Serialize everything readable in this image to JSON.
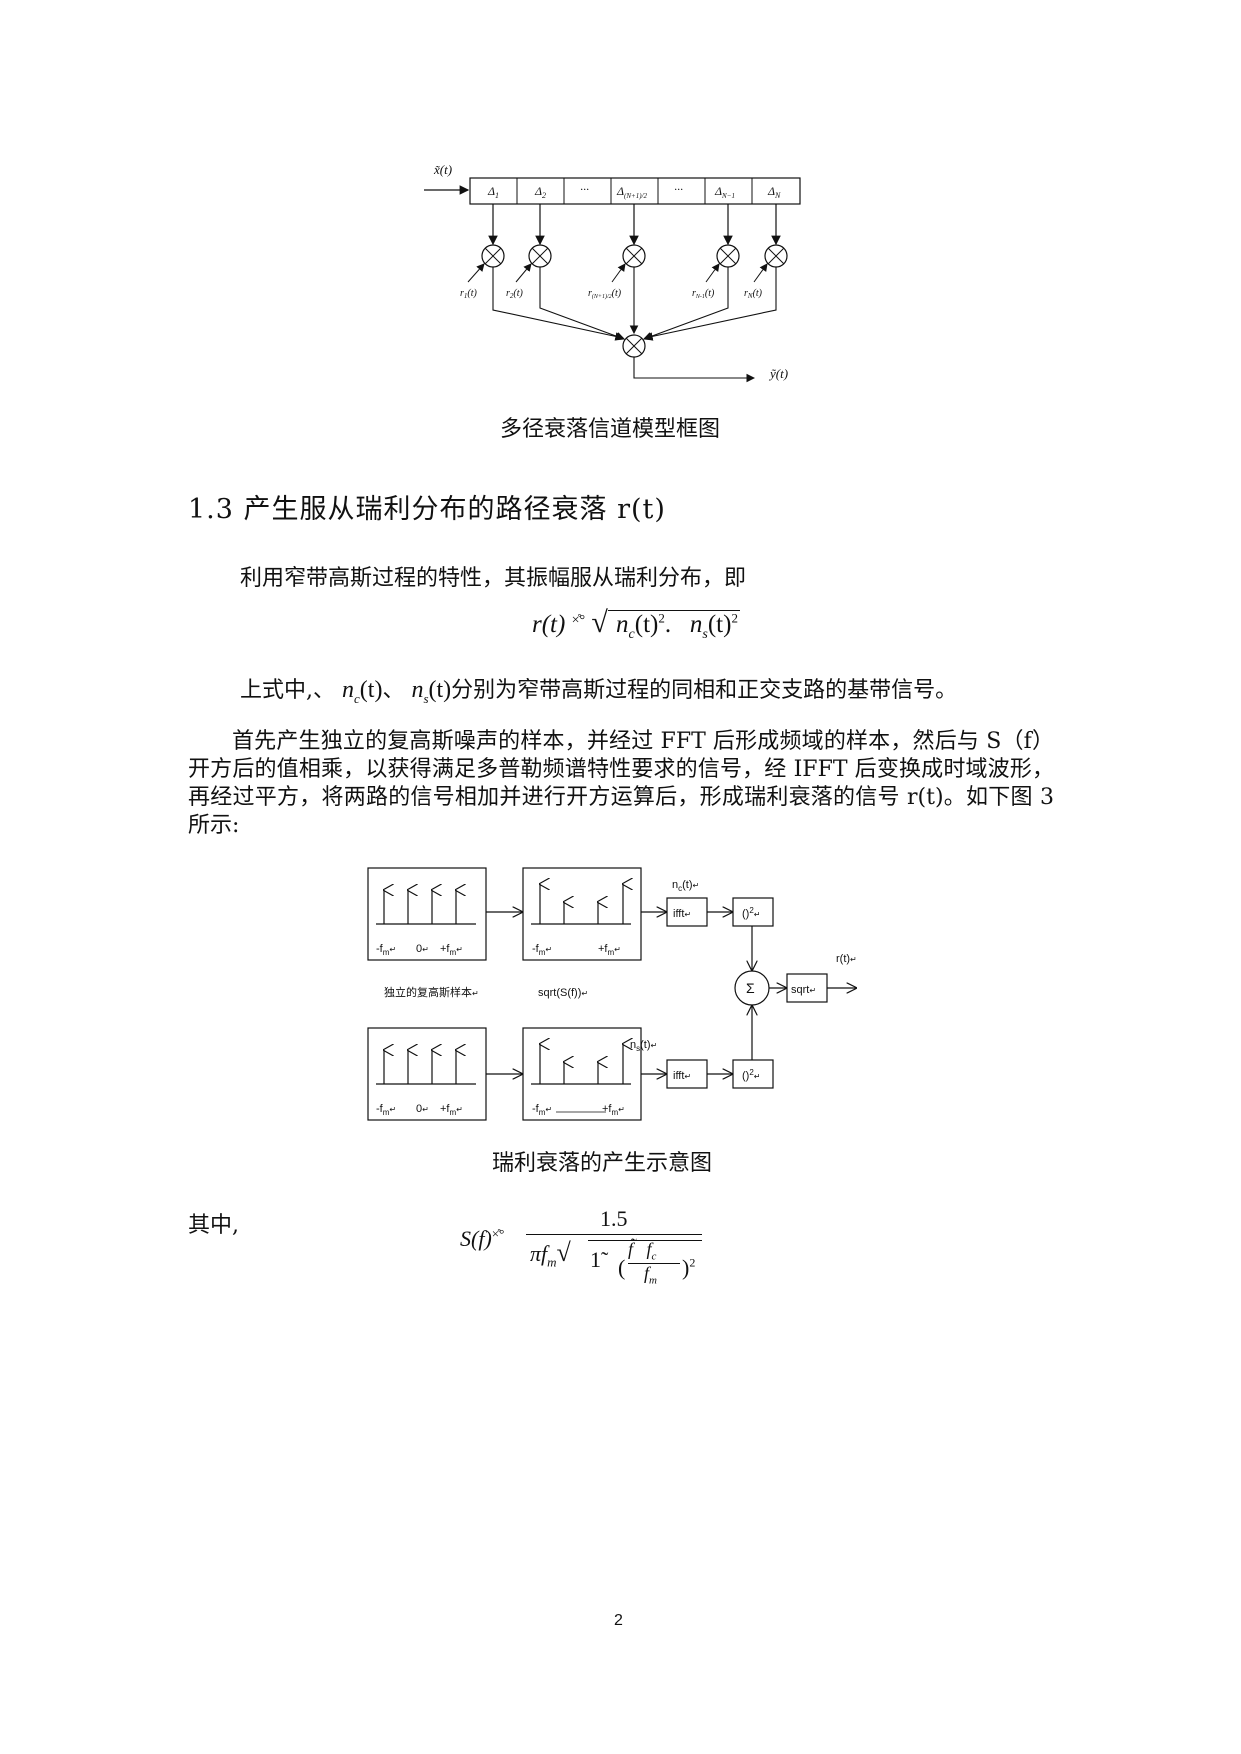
{
  "figure1": {
    "input_label": "x̃(t)",
    "output_label": "ỹ(t)",
    "delay_cells": [
      "Δ",
      "Δ",
      "···",
      "Δ",
      "···",
      "Δ",
      "Δ"
    ],
    "delay_subs": [
      "1",
      "2",
      "",
      "(N+1)/2",
      "",
      "N−1",
      "N"
    ],
    "gain_labels": [
      "r",
      "r",
      "r",
      "r",
      "r"
    ],
    "gain_subs": [
      "1",
      "2",
      "(N+1)/2",
      "N-1",
      "N"
    ],
    "gain_suffix": "(t)",
    "caption": "多径衰落信道模型框图"
  },
  "section": {
    "heading": "1.3 产生服从瑞利分布的路径衰落 r(t)"
  },
  "paragraphs": {
    "p1": "利用窄带高斯过程的特性，其振幅服从瑞利分布，即",
    "p2_prefix": "上式中,、",
    "p2_mid": "、",
    "p2_suffix": "分别为窄带高斯过程的同相和正交支路的基带信号。",
    "p3": "首先产生独立的复高斯噪声的样本，并经过 FFT 后形成频域的样本，然后与 S（f）开方后的值相乘，以获得满足多普勒频谱特性要求的信号，经 IFFT 后变换成时域波形，再经过平方，将两路的信号相加并进行开方运算后，形成瑞利衰落的信号 r(t)。如下图 3 所示:",
    "p4": "其中,"
  },
  "equation1": {
    "lhs": "r(t)",
    "eq": "×̊°",
    "t1_base": "n",
    "t1_sub": "c",
    "t1_arg": "(t)",
    "t1_pow": "2",
    "sep": ".",
    "t2_base": "n",
    "t2_sub": "s",
    "t2_arg": "(t)",
    "t2_pow": "2"
  },
  "inline_math": {
    "nc": "n",
    "nc_sub": "c",
    "nc_arg": "(t)",
    "ns": "n",
    "ns_sub": "s",
    "ns_arg": "(t)"
  },
  "figure2": {
    "spectrum_left_labels": [
      "-f",
      "0",
      "+f"
    ],
    "spectrum_right_labels": [
      "-f",
      "+f"
    ],
    "label_sub": "m",
    "label_marks": [
      "↵",
      "↵",
      "↵"
    ],
    "left_note": "独立的复高斯样本",
    "mid_note": "sqrt(S(f))",
    "ifft": "ifft",
    "square": "()",
    "square_pow": "2",
    "sum": "Σ",
    "sqrt": "sqrt",
    "out_label": "r(t)",
    "nc_label": "n",
    "nc_sub": "c",
    "ns_label": "n",
    "ns_sub": "s",
    "sig_arg": "(t)",
    "caption": "瑞利衰落的产生示意图"
  },
  "equation2": {
    "lhs": "S(f)",
    "eq": "×̊°",
    "numerator": "1.5",
    "den_pi": "πf",
    "den_sub": "m",
    "den_one": "1̃",
    "inner_num_f": "f̃",
    "inner_num_fc": "f",
    "inner_num_fc_sub": "c",
    "inner_den": "f",
    "inner_den_sub": "m",
    "pow": "2"
  },
  "page_number": "2"
}
